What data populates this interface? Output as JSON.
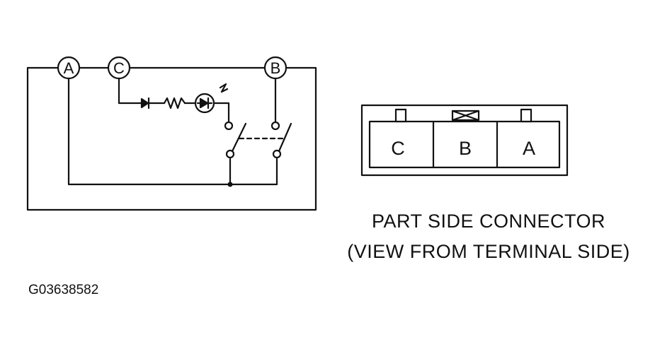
{
  "terminals": [
    "A",
    "C",
    "B"
  ],
  "connector": {
    "cavities": [
      "C",
      "B",
      "A"
    ],
    "caption_line1": "PART SIDE CONNECTOR",
    "caption_line2": "(VIEW FROM TERMINAL SIDE)"
  },
  "figure_id": "G03638582"
}
